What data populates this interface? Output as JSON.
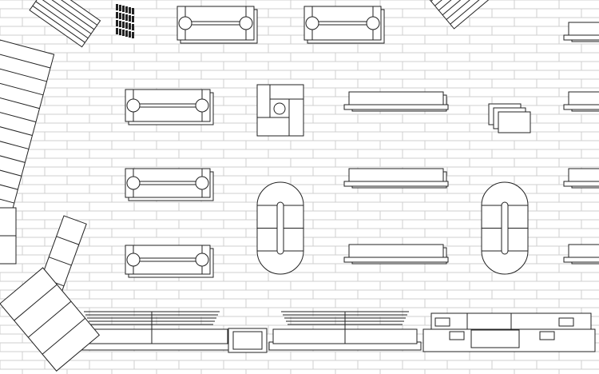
{
  "colors": {
    "background": "#ffffff",
    "floor_lines": "#cfcfcf",
    "fixture_lines": "#222222"
  },
  "fixtures": {
    "display_tables": [
      "table-1",
      "table-2",
      "table-3",
      "table-4",
      "table-5"
    ],
    "wall_shelves": [
      "shelf-1",
      "shelf-2",
      "shelf-3"
    ],
    "round_end_tables": [
      "oval-table-1",
      "oval-table-2"
    ]
  }
}
